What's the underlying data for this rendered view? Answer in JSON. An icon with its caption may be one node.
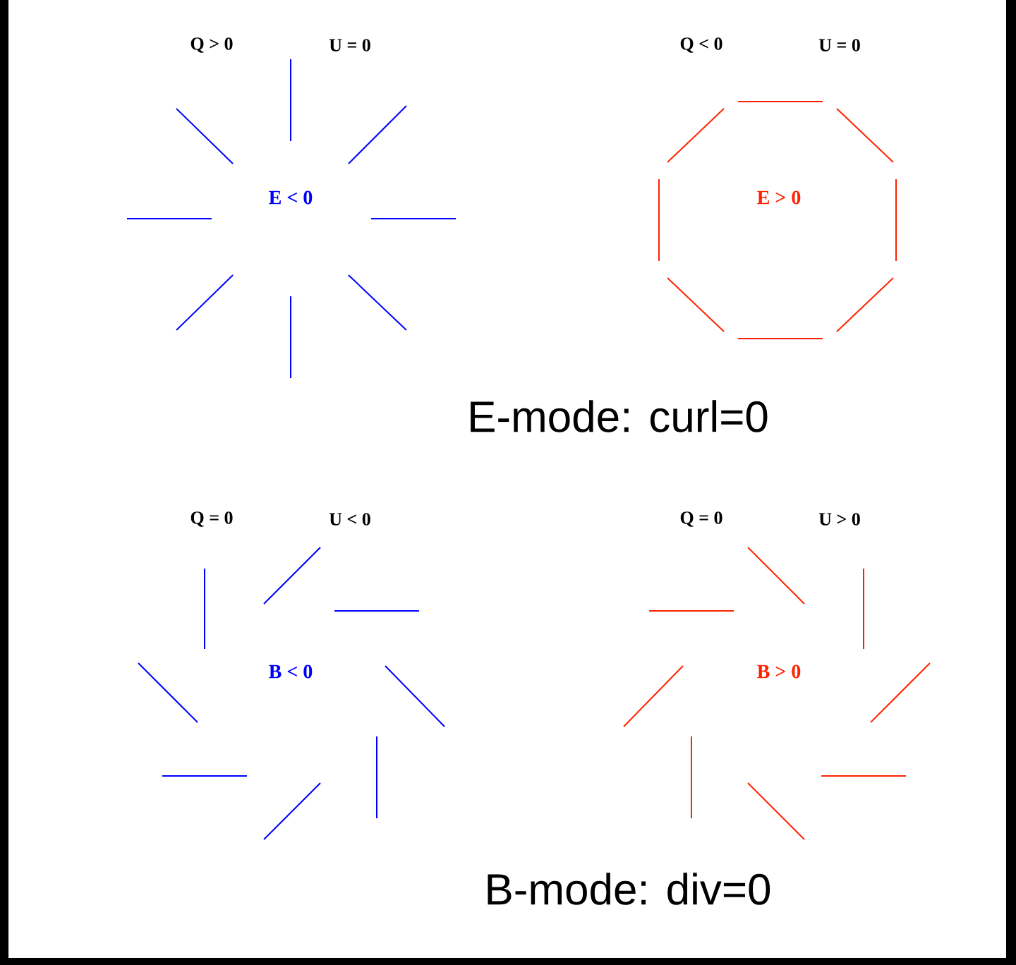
{
  "diagram": {
    "labels": [
      "Q > 0",
      "U = 0",
      "Q < 0",
      "U = 0",
      "E < 0",
      "E > 0",
      "E-mode: curl=0",
      "Q = 0",
      "U < 0",
      "Q = 0",
      "U > 0",
      "B < 0",
      "B > 0",
      "B-mode: div=0"
    ]
  }
}
